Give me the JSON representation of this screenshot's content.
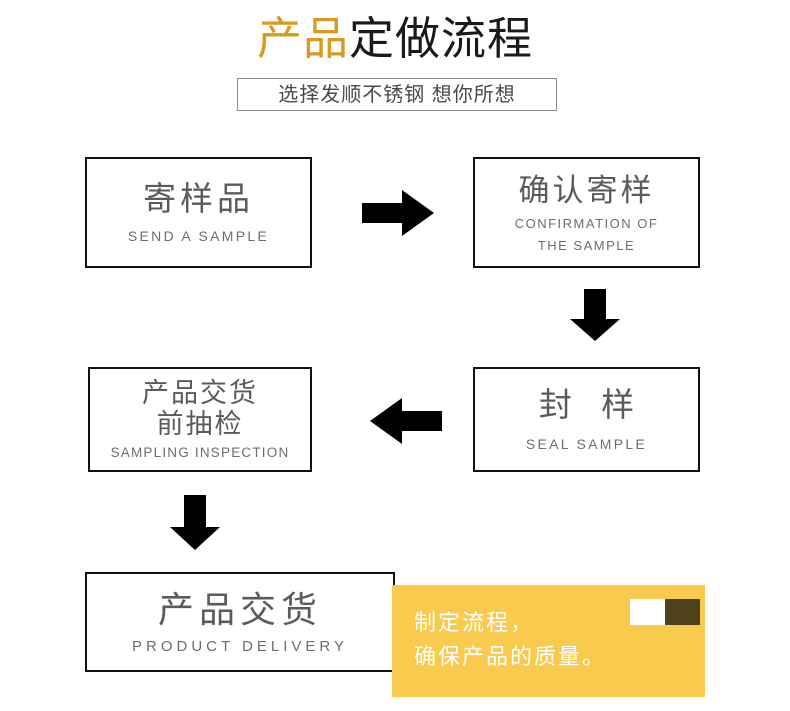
{
  "header": {
    "title_highlight": "产品",
    "title_rest": "定做流程",
    "subtitle": "选择发顺不锈钢 想你所想"
  },
  "flow": {
    "steps": [
      {
        "id": "send-sample",
        "cn": "寄样品",
        "en": "SEND A SAMPLE"
      },
      {
        "id": "confirm-sample",
        "cn": "确认寄样",
        "en_line1": "CONFIRMATION OF",
        "en_line2": "THE SAMPLE"
      },
      {
        "id": "seal-sample",
        "cn": "封 样",
        "en": "SEAL SAMPLE"
      },
      {
        "id": "sampling-inspection",
        "cn_line1": "产品交货",
        "cn_line2": "前抽检",
        "en": "SAMPLING INSPECTION"
      },
      {
        "id": "product-delivery",
        "cn": "产品交货",
        "en": "PRODUCT DELIVERY"
      }
    ],
    "arrows": [
      {
        "id": "arrow-right-1",
        "icon": "arrow-right-icon"
      },
      {
        "id": "arrow-down-1",
        "icon": "arrow-down-icon"
      },
      {
        "id": "arrow-left-1",
        "icon": "arrow-left-icon"
      },
      {
        "id": "arrow-down-2",
        "icon": "arrow-down-icon"
      }
    ]
  },
  "callout": {
    "line1": "制定流程，",
    "line2": "确保产品的质量。",
    "swatch_light": "#ffffff",
    "swatch_dark": "#4e411c"
  },
  "colors": {
    "gold": "#d89a20",
    "panel_yellow": "#f8ca4d",
    "box_border": "#111111",
    "text_gray": "#5b5b5b",
    "background": "#ffffff"
  }
}
